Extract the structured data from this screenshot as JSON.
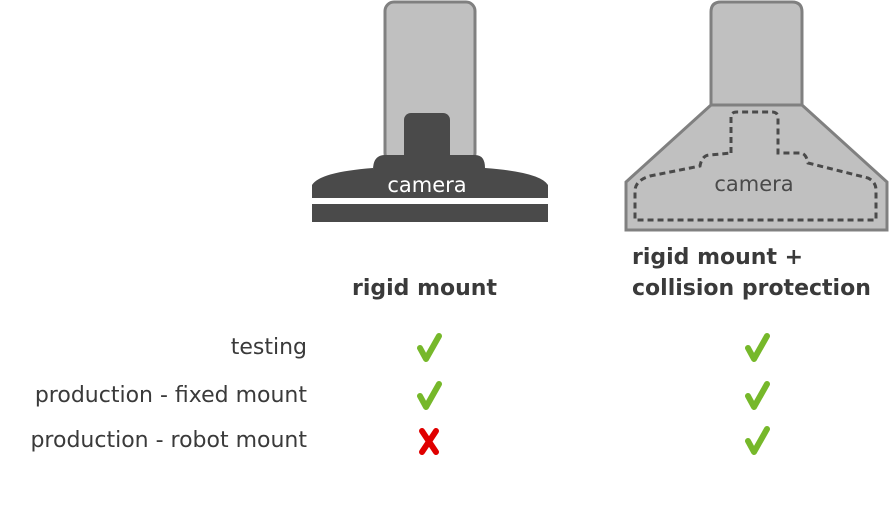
{
  "columns": [
    {
      "title": "rigid mount",
      "camera_label": "camera"
    },
    {
      "title_lines": [
        "rigid mount +",
        "collision protection"
      ],
      "camera_label": "camera"
    }
  ],
  "rows": [
    {
      "label": "testing",
      "values": [
        "check",
        "check"
      ]
    },
    {
      "label": "production - fixed mount",
      "values": [
        "check",
        "check"
      ]
    },
    {
      "label": "production - robot mount",
      "values": [
        "cross",
        "check"
      ]
    }
  ],
  "colors": {
    "check": "#76b82a",
    "cross": "#e00000",
    "dark": "#4a4a4a",
    "light": "#c0c0c0",
    "outline": "#808080"
  }
}
